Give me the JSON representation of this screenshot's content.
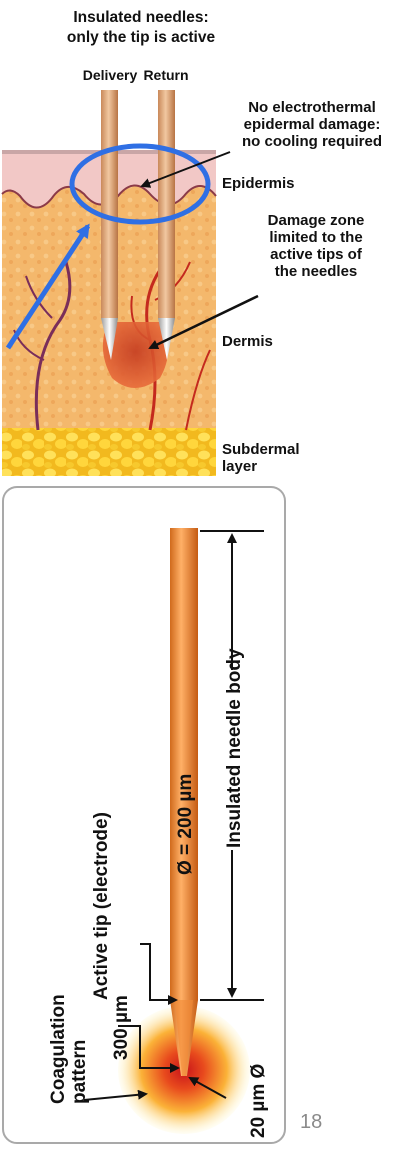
{
  "title": [
    "Insulated needles:",
    "only the tip is active"
  ],
  "needle_labels": {
    "delivery": "Delivery",
    "return": "Return"
  },
  "annotations": {
    "no_damage": [
      "No electrothermal",
      "epidermal damage:",
      "no cooling required"
    ],
    "epidermis": "Epidermis",
    "damage_zone": [
      "Damage zone",
      "limited to the",
      "active tips of",
      "the needles"
    ],
    "dermis": "Dermis",
    "subdermal": [
      "Subdermal",
      "layer"
    ]
  },
  "detail": {
    "diameter": "Ø = 200 µm",
    "body": "Insulated needle body",
    "active_tip": "Active tip (electrode)",
    "tip_length": "300 µm",
    "coagulation": [
      "Coagulation",
      "pattern"
    ],
    "tip_diameter": "20 µm Ø"
  },
  "page_number": "18",
  "colors": {
    "needle": "#e0a872",
    "skin_dermis": "#f3b468",
    "epidermis": "#f2c6c4",
    "highlight_ring": "#2f6fe4",
    "coagulation": "#d8221e"
  }
}
